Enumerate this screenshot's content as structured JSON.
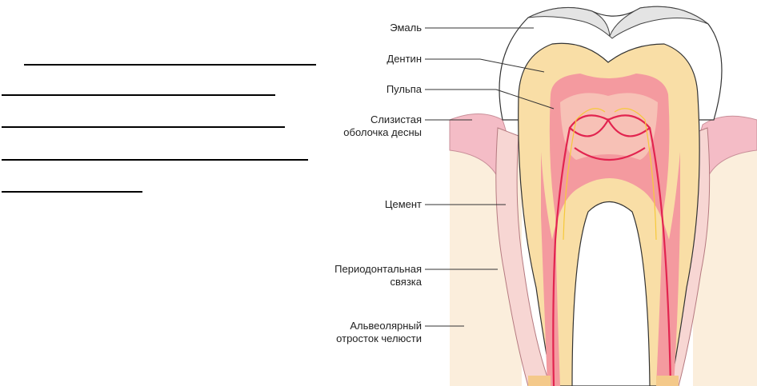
{
  "worksheet": {
    "answer_lines": 5
  },
  "labels": [
    {
      "id": "enamel",
      "text": "Эмаль"
    },
    {
      "id": "dentin",
      "text": "Дентин"
    },
    {
      "id": "pulp",
      "text": "Пульпа"
    },
    {
      "id": "gum",
      "text": "Слизистая\nоболочка десны"
    },
    {
      "id": "cement",
      "text": "Цемент"
    },
    {
      "id": "ligament",
      "text": "Периодонтальная\nсвязка"
    },
    {
      "id": "bone",
      "text": "Альвеолярный\nотросток челюсти"
    }
  ],
  "colors": {
    "bone": "#fbeedc",
    "gum": "#f4bcc6",
    "enamel": "#ffffff",
    "enamel_top": "#e4e4e4",
    "dentin": "#f9dea6",
    "pulp": "#f49a9f",
    "pulp_core": "#f7c1b6",
    "vessel": "#e2244f",
    "nerve": "#f6c93a"
  }
}
